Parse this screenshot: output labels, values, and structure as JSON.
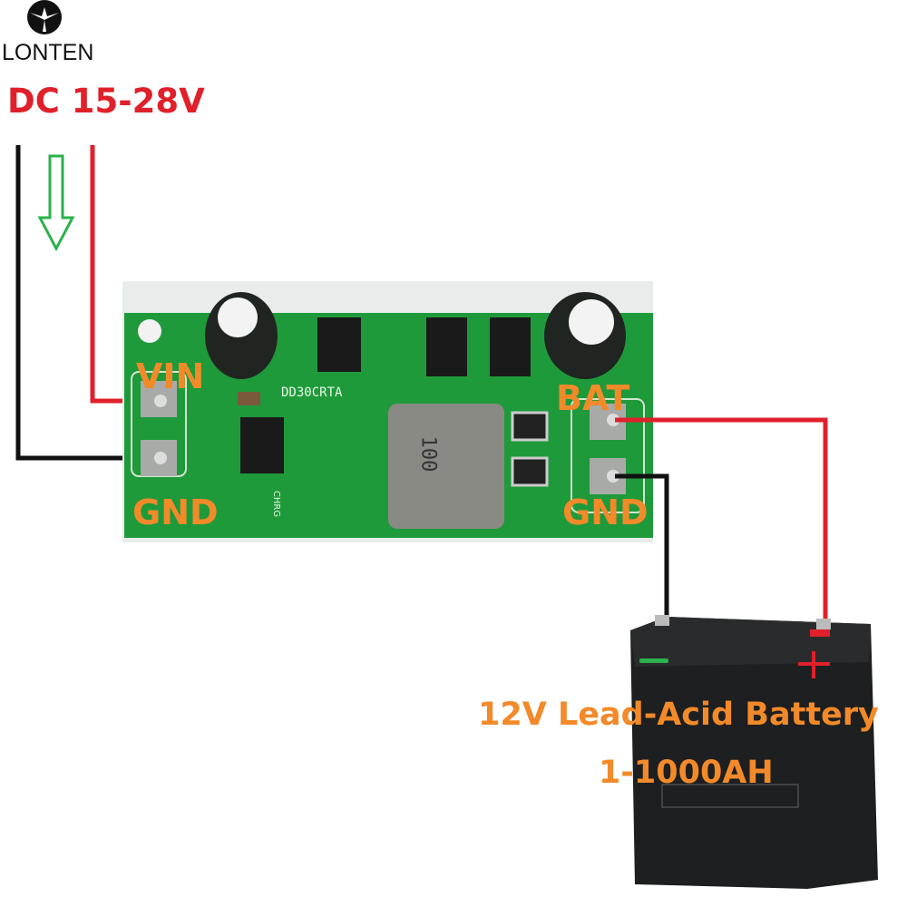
{
  "brand": {
    "name": "LONTEN",
    "logo_icon": "lonten-star-logo"
  },
  "input": {
    "label": "DC 15-28V",
    "wire_colors": {
      "positive": "#e0202a",
      "negative": "#111111"
    },
    "arrow_color": "#2bb24c"
  },
  "board": {
    "chip_marking": "DD30CRTA",
    "inductor_marking": "100",
    "led_label": "CHRG",
    "pins": {
      "vin": "VIN",
      "gnd_in": "GND",
      "bat": "BAT",
      "gnd_out": "GND"
    },
    "pcb_color": "#1f9a3a",
    "label_color": "#f28a2a"
  },
  "battery": {
    "title": "12V Lead-Acid Battery",
    "capacity": "1-1000AH",
    "negative_mark_color": "#2bb24c",
    "positive_mark_color": "#e0202a"
  }
}
